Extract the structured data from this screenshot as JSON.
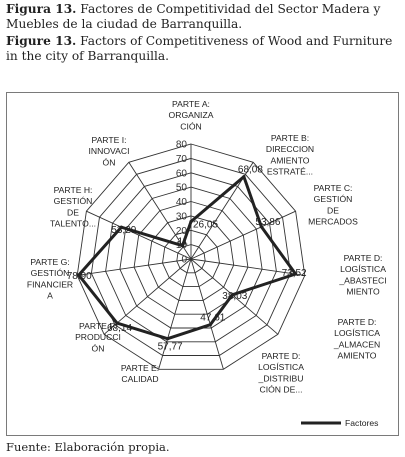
{
  "caption_es": {
    "label": "Figura 13.",
    "text": " Factores de Competitividad del Sector Madera y Muebles de la ciudad de Barranquilla."
  },
  "caption_en": {
    "label": "Figure 13.",
    "text": " Factors of Competitiveness of Wood and Furniture in the city of Barranquilla."
  },
  "source": "Fuente: Elaboración propia.",
  "chart_data": {
    "type": "radar",
    "rmin": 0,
    "rmax": 80,
    "ticks": [
      "0",
      "10",
      "20",
      "30",
      "40",
      "50",
      "60",
      "70",
      "80"
    ],
    "categories": [
      "PARTE A: ORGANIZACIÓN",
      "PARTE B: DIRECCIONAMIENTO ESTRATÉ...",
      "PARTE C: GESTIÓN DE MERCADOS",
      "PARTE D: LOGÍSTICA_ABASTECIMIENTO",
      "PARTE D: LOGÍSTICA_ALMACENAMIENTO",
      "PARTE D: LOGÍSTICA_DISTRIBUCIÓN DE...",
      "PARTE E: CALIDAD",
      "PARTE F: PRODUCCIÓN",
      "PARTE G: GESTIÓN FINANCIERA",
      "PARTE H: GESTIÓN DE TALENTO...",
      "PARTE I: INNOVACIÓN"
    ],
    "category_lines": [
      [
        "PARTE A:",
        "ORGANIZA",
        "CIÓN"
      ],
      [
        "PARTE B:",
        "DIRECCION",
        "AMIENTO",
        "ESTRATÉ..."
      ],
      [
        "PARTE C:",
        "GESTIÓN",
        "DE",
        "MERCADOS"
      ],
      [
        "PARTE D:",
        "LOGÍSTICA",
        "_ABASTECI",
        "MIENTO"
      ],
      [
        "PARTE D:",
        "LOGÍSTICA",
        "_ALMACEN",
        "AMIENTO"
      ],
      [
        "PARTE D:",
        "LOGÍSTICA",
        "_DISTRIBU",
        "CIÓN DE..."
      ],
      [
        "PARTE E:",
        "CALIDAD"
      ],
      [
        "PARTE F:",
        "PRODUCCI",
        "ÓN"
      ],
      [
        "PARTE G:",
        "GESTIÓN",
        "FINANCIER",
        "A"
      ],
      [
        "PARTE H:",
        "GESTIÓN",
        "DE",
        "TALENTO..."
      ],
      [
        "PARTE I:",
        "INNOVACI",
        "ÓN"
      ]
    ],
    "series": [
      {
        "name": "Factores",
        "values": [
          26.05,
          68.08,
          53.86,
          73.52,
          38.03,
          47.61,
          57.77,
          68.14,
          78.9,
          53.29,
          11
        ],
        "labels": [
          "26,05",
          "68,08",
          "53,86",
          "73,52",
          "38,03",
          "47,61",
          "57,77",
          "68,14",
          "78,90",
          "53,29",
          "11"
        ],
        "color": "#222222"
      }
    ],
    "grid": true,
    "legend": "bottom-right"
  }
}
